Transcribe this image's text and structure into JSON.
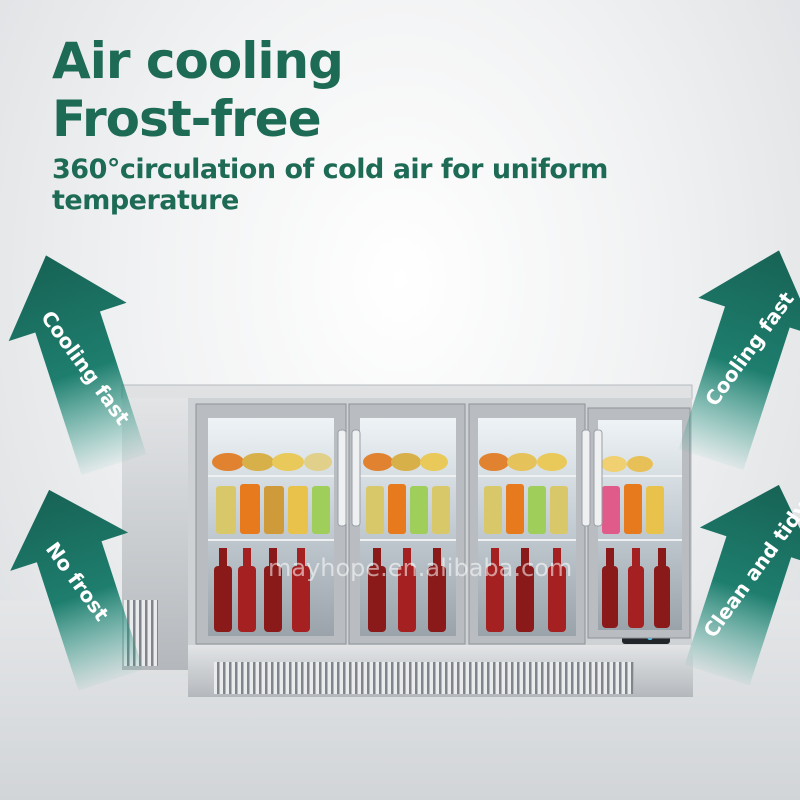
{
  "headline": {
    "line1": "Air cooling",
    "line2": "Frost-free",
    "subtitle": "360°circulation of cold air for uniform temperature"
  },
  "features": {
    "left_top": "Cooling fast",
    "left_bottom": "No frost",
    "right_top": "Cooling fast",
    "right_bottom": "Clean and tidy"
  },
  "watermark": "mayhope.en.alibaba.com",
  "colors": {
    "brand_green": "#1d6a55",
    "arrow_teal": "#1e7e6e",
    "steel": "#c9ccd0"
  },
  "icons": [
    "up-arrow-icon"
  ]
}
